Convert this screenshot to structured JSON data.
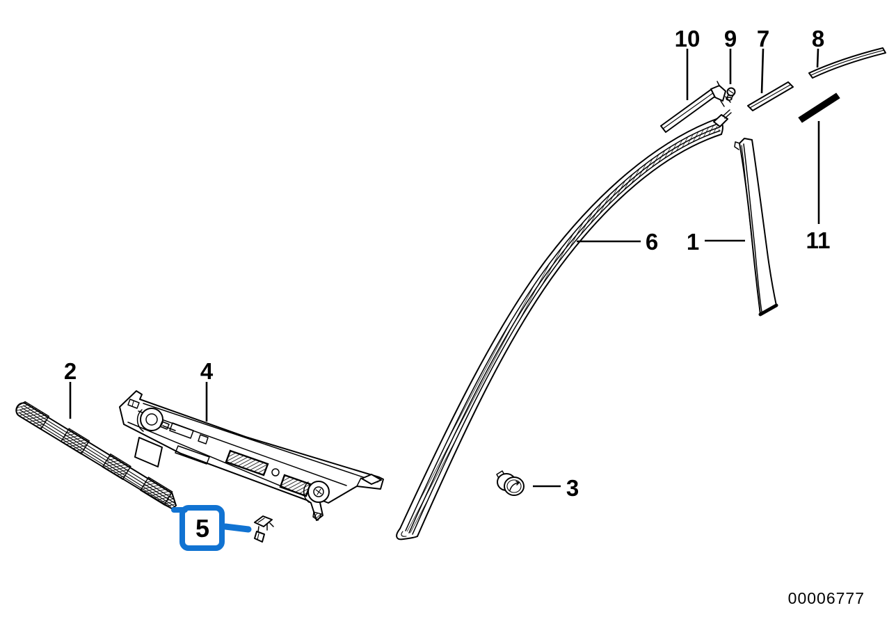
{
  "diagram": {
    "document_number": "00006777",
    "colors": {
      "background": "#ffffff",
      "line": "#000000",
      "highlight": "#1173d2"
    },
    "selected_part_label": "5",
    "part_labels": {
      "1": "1",
      "2": "2",
      "3": "3",
      "4": "4",
      "5": "5",
      "6": "6",
      "7": "7",
      "8": "8",
      "9": "9",
      "10": "10",
      "11": "11"
    }
  }
}
